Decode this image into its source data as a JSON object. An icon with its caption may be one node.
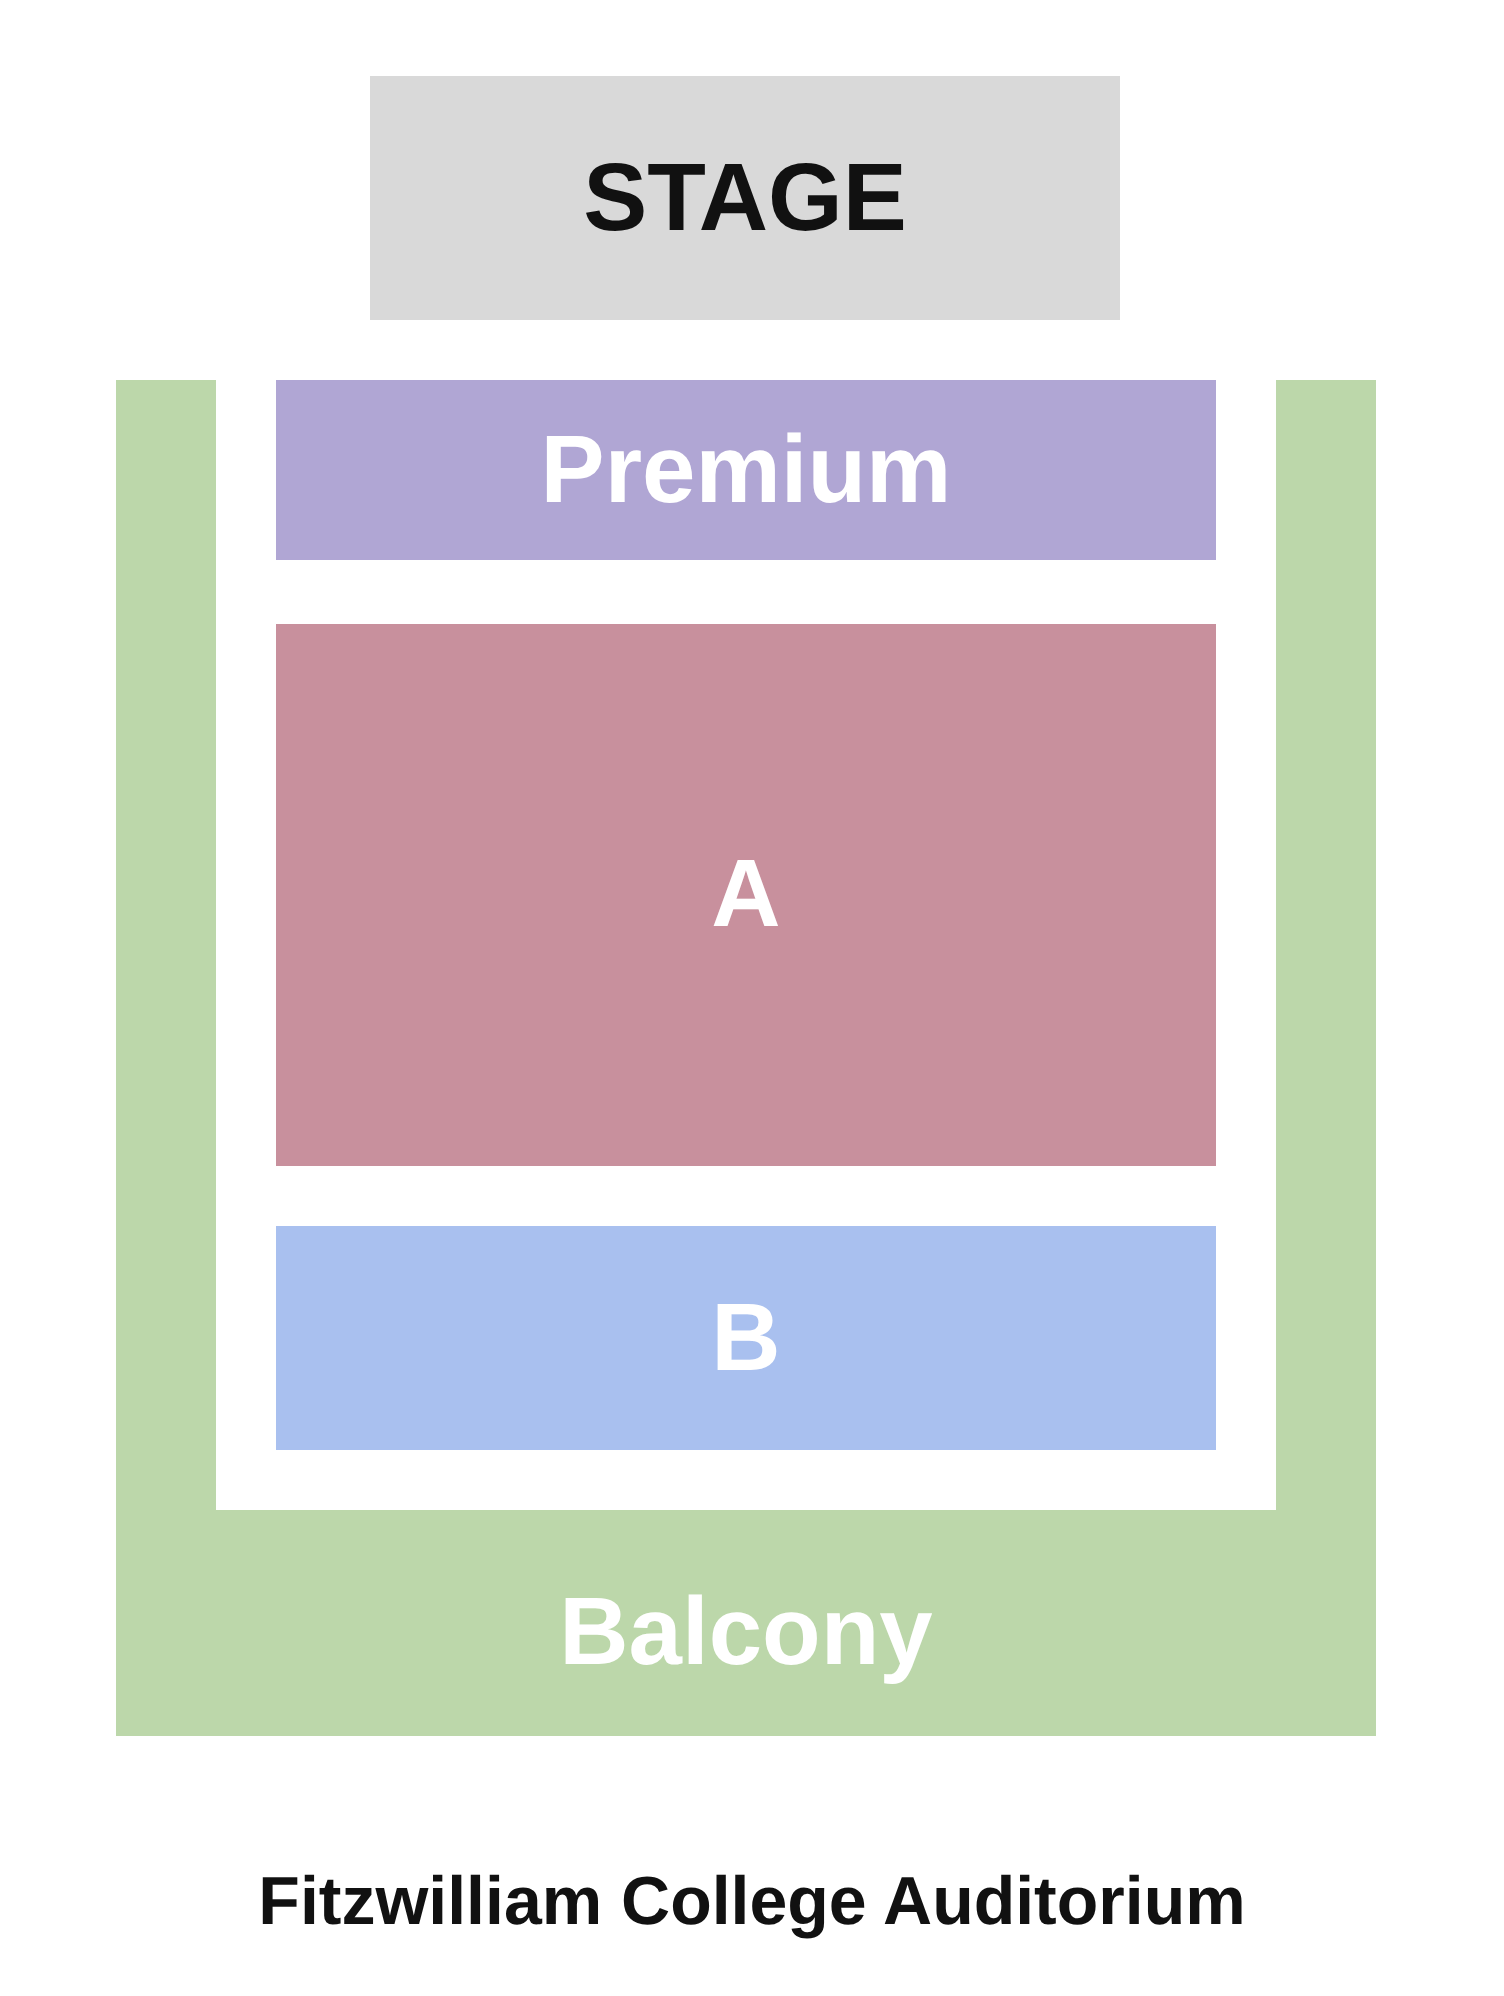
{
  "diagram": {
    "caption": "Fitzwilliam College Auditorium",
    "nodes": [
      {
        "text": [
          "STAGE"
        ]
      },
      {
        "text": [
          "Premium"
        ]
      },
      {
        "text": [
          "A"
        ]
      },
      {
        "text": [
          "B"
        ]
      },
      {
        "text": [
          "Balcony"
        ]
      }
    ]
  }
}
